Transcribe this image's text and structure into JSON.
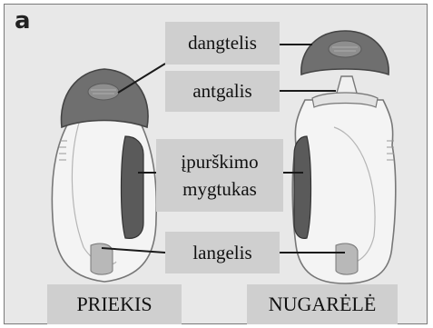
{
  "panel": {
    "letter": "a"
  },
  "labels": {
    "cap": "dangtelis",
    "nozzle": "antgalis",
    "button_line1": "įpurškimo",
    "button_line2": "mygtukas",
    "window": "langelis"
  },
  "views": {
    "front": "PRIEKIS",
    "back": "NUGARĖLĖ"
  },
  "colors": {
    "background": "#e8e8e8",
    "label_box": "#cfcfcf",
    "device_body": "#f4f4f4",
    "cap_dark": "#6f6f6f",
    "button_dark": "#5a5a5a"
  }
}
